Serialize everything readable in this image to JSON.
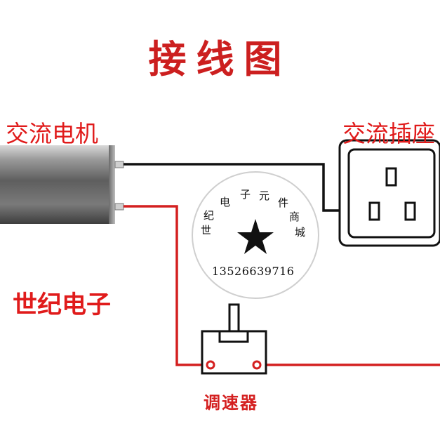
{
  "title": "接线图",
  "motor": {
    "label": "交流电机"
  },
  "socket": {
    "label": "交流插座"
  },
  "brand": {
    "label": "世纪电子"
  },
  "speed_controller": {
    "label": "调速器"
  },
  "seal": {
    "chars": [
      "世",
      "纪",
      "电",
      "子",
      "元",
      "件",
      "商",
      "城"
    ],
    "phone": "13526639716"
  },
  "colors": {
    "title_red": "#cc1f1f",
    "label_red": "#e01b1b",
    "wire_red": "#d42020",
    "wire_black": "#111111"
  }
}
